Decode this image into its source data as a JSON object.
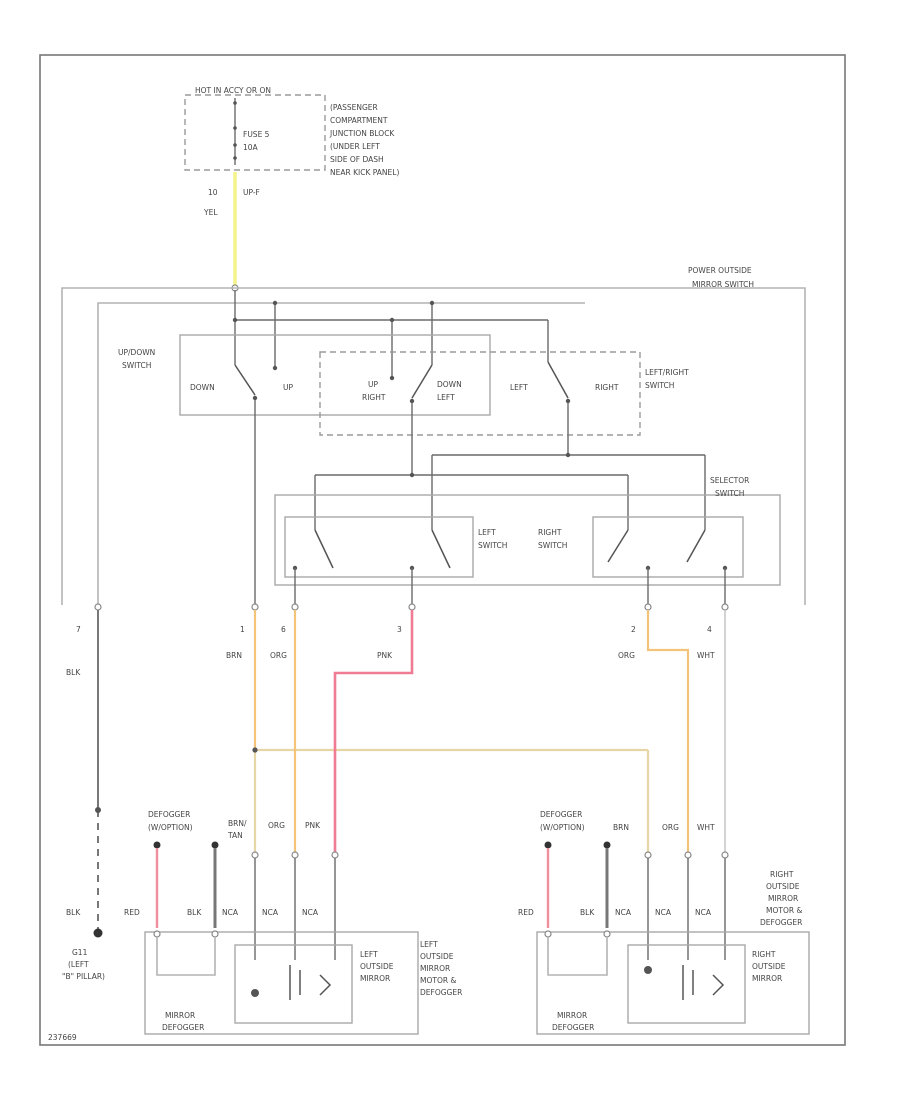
{
  "colors": {
    "yellow": "#f4f48a",
    "orange": "#f3c37a",
    "pink": "#f07b94",
    "red": "#ef8f9e",
    "tan": "#e6d5a5",
    "black": "#6a6a6a",
    "gray": "#b4b4b4"
  },
  "header": {
    "hot_label": "HOT IN ACCY OR ON",
    "fuse_label": "FUSE 5",
    "fuse_amps": "10A",
    "junction_block": [
      "(PASSENGER",
      "COMPARTMENT",
      "JUNCTION BLOCK",
      "(UNDER LEFT",
      "SIDE OF DASH",
      "NEAR KICK PANEL)"
    ],
    "feed_num": "10",
    "feed_color": "YEL",
    "feed_pin": "UP-F"
  },
  "switch": {
    "title": [
      "POWER OUTSIDE",
      "MIRROR SWITCH"
    ],
    "updown_label": [
      "UP/DOWN",
      "SWITCH"
    ],
    "down": "DOWN",
    "up": "UP",
    "up_right": [
      "UP",
      "RIGHT"
    ],
    "down_left": [
      "DOWN",
      "LEFT"
    ],
    "left": "LEFT",
    "right": "RIGHT",
    "leftright_label": [
      "LEFT/RIGHT",
      "SWITCH"
    ],
    "selector_label": [
      "SELECTOR",
      "SWITCH"
    ],
    "left_switch": [
      "LEFT",
      "SWITCH"
    ],
    "right_switch": [
      "RIGHT",
      "SWITCH"
    ]
  },
  "wires": {
    "p7": "7",
    "c7": "BLK",
    "p1": "1",
    "c1": "BRN",
    "p6": "6",
    "c6": "ORG",
    "p3": "3",
    "c3": "PNK",
    "p2": "2",
    "c2": "ORG",
    "p4": "4",
    "c4": "WHT"
  },
  "left_mirror": {
    "defogger": [
      "DEFOGGER",
      "(W/OPTION)"
    ],
    "brn_tan": [
      "BRN/",
      "TAN"
    ],
    "org": "ORG",
    "pnk": "PNK",
    "red": "RED",
    "blk": "BLK",
    "nca": "NCA",
    "mirror_defogger": [
      "MIRROR",
      "DEFOGGER"
    ],
    "mirror": [
      "LEFT",
      "OUTSIDE",
      "MIRROR"
    ],
    "assembly": [
      "LEFT",
      "OUTSIDE",
      "MIRROR",
      "MOTOR &",
      "DEFOGGER"
    ]
  },
  "right_mirror": {
    "defogger": [
      "DEFOGGER",
      "(W/OPTION)"
    ],
    "brn": "BRN",
    "org": "ORG",
    "wht": "WHT",
    "red": "RED",
    "blk": "BLK",
    "nca": "NCA",
    "mirror_defogger": [
      "MIRROR",
      "DEFOGGER"
    ],
    "mirror": [
      "RIGHT",
      "OUTSIDE",
      "MIRROR"
    ],
    "assembly": [
      "RIGHT",
      "OUTSIDE",
      "MIRROR",
      "MOTOR &",
      "DEFOGGER"
    ]
  },
  "ground": {
    "blk": "BLK",
    "label": [
      "G11",
      "(LEFT",
      "\"B\" PILLAR)"
    ]
  },
  "footer": "237669"
}
